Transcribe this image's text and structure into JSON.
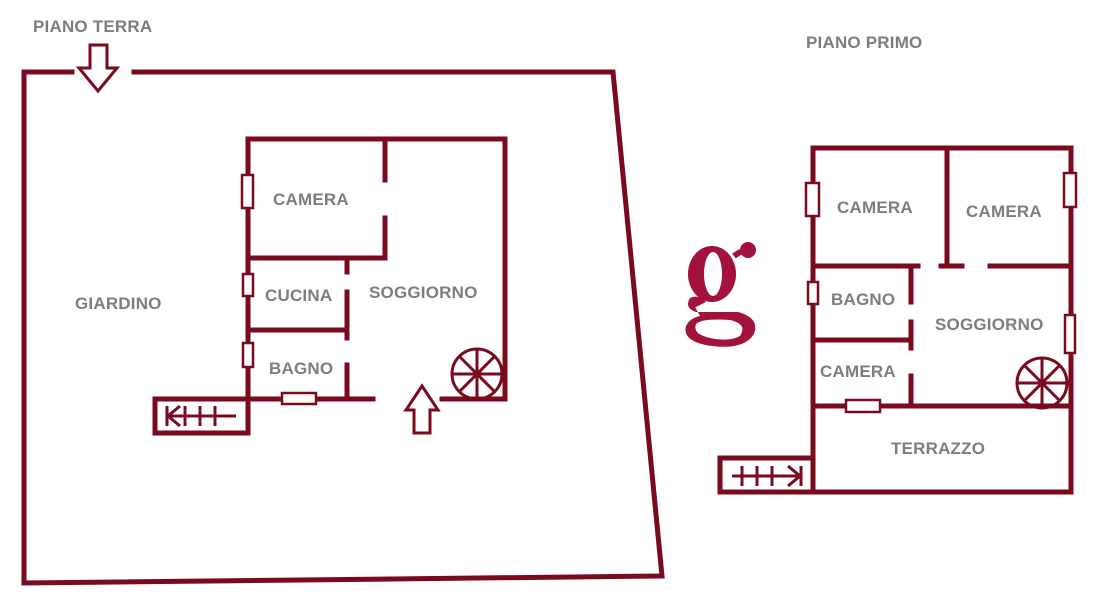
{
  "plan": {
    "ground_floor": {
      "title": "PIANO TERRA",
      "rooms": {
        "garden": "GIARDINO",
        "bedroom": "CAMERA",
        "kitchen": "CUCINA",
        "living": "SOGGIORNO",
        "bathroom": "BAGNO"
      }
    },
    "first_floor": {
      "title": "PIANO PRIMO",
      "rooms": {
        "bedroom_1": "CAMERA",
        "bedroom_2": "CAMERA",
        "bathroom": "BAGNO",
        "living": "SOGGIORNO",
        "bedroom_3": "CAMERA",
        "terrace": "TERRAZZO"
      }
    },
    "logo": {
      "letter": "g",
      "color": "#a3123a"
    },
    "colors": {
      "wall": "#7a0a1e",
      "label": "#7d7d7d"
    }
  }
}
